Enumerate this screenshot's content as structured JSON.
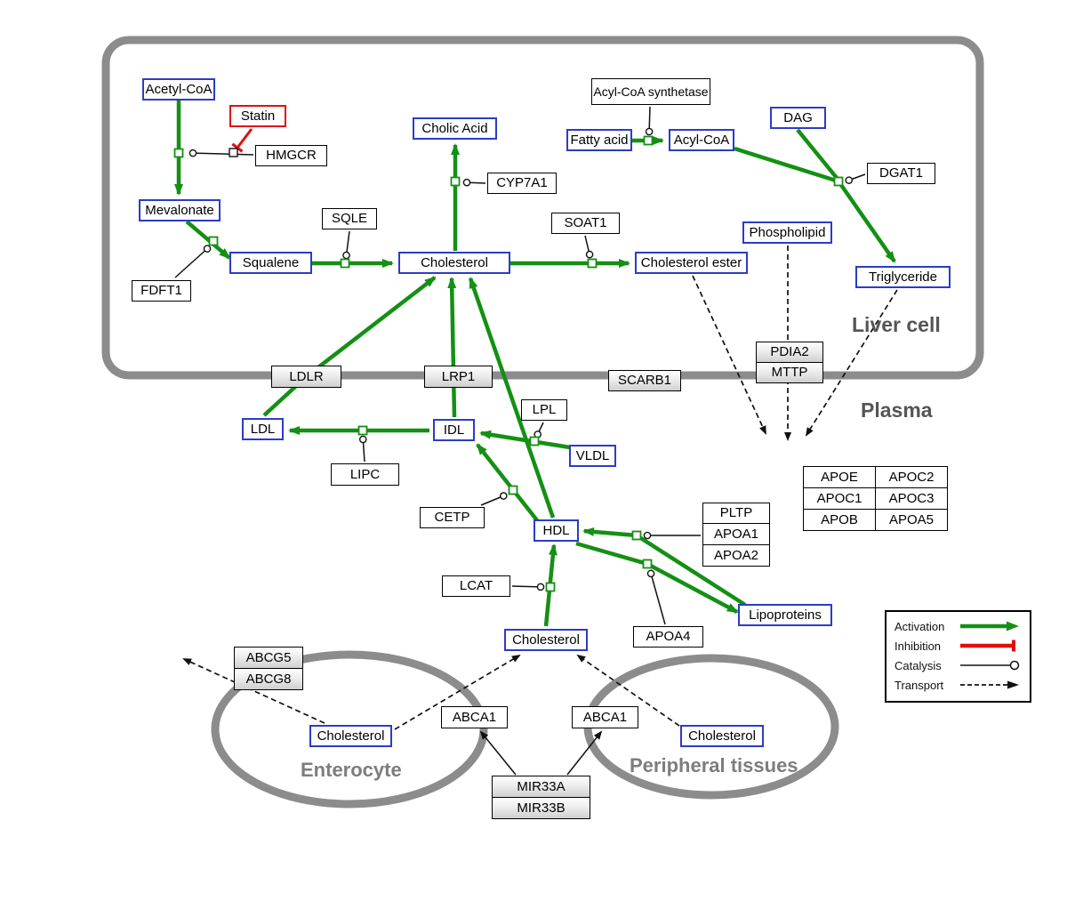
{
  "compartments": {
    "liver": "Liver cell",
    "plasma": "Plasma",
    "enterocyte": "Enterocyte",
    "peripheral": "Peripheral tissues"
  },
  "nodes": {
    "acetyl_coa": "Acetyl-CoA",
    "statin": "Statin",
    "hmgcr": "HMGCR",
    "mevalonate": "Mevalonate",
    "fdft1": "FDFT1",
    "squalene": "Squalene",
    "sqle": "SQLE",
    "cholic_acid": "Cholic Acid",
    "cyp7a1": "CYP7A1",
    "cholesterol_liver": "Cholesterol",
    "soat1": "SOAT1",
    "cholesterol_ester": "Cholesterol ester",
    "acyl_coa_synthetase": "Acyl-CoA synthetase",
    "fatty_acid": "Fatty acid",
    "acyl_coa": "Acyl-CoA",
    "dag": "DAG",
    "dgat1": "DGAT1",
    "phospholipid": "Phospholipid",
    "triglyceride": "Triglyceride",
    "ldlr": "LDLR",
    "lrp1": "LRP1",
    "scarb1": "SCARB1",
    "pdia2": "PDIA2",
    "mttp": "MTTP",
    "ldl": "LDL",
    "lipc": "LIPC",
    "idl": "IDL",
    "lpl": "LPL",
    "vldl": "VLDL",
    "cetp": "CETP",
    "hdl": "HDL",
    "pltp": "PLTP",
    "apoa1": "APOA1",
    "apoa2": "APOA2",
    "lcat": "LCAT",
    "apoa4": "APOA4",
    "lipoproteins": "Lipoproteins",
    "cholesterol_plasma": "Cholesterol",
    "abcg5": "ABCG5",
    "abcg8": "ABCG8",
    "cholesterol_enterocyte": "Cholesterol",
    "abca1_left": "ABCA1",
    "abca1_right": "ABCA1",
    "cholesterol_peripheral": "Cholesterol",
    "mir33a": "MIR33A",
    "mir33b": "MIR33B"
  },
  "apo_table": [
    [
      "APOE",
      "APOC2"
    ],
    [
      "APOC1",
      "APOC3"
    ],
    [
      "APOB",
      "APOA5"
    ]
  ],
  "legend": {
    "activation": "Activation",
    "inhibition": "Inhibition",
    "catalysis": "Catalysis",
    "transport": "Transport"
  },
  "colors": {
    "activation_green": "#149014",
    "inhibition_red": "#e01010",
    "metabolite_border_blue": "#2b3cc8",
    "compartment_gray": "#8c8c8c"
  }
}
